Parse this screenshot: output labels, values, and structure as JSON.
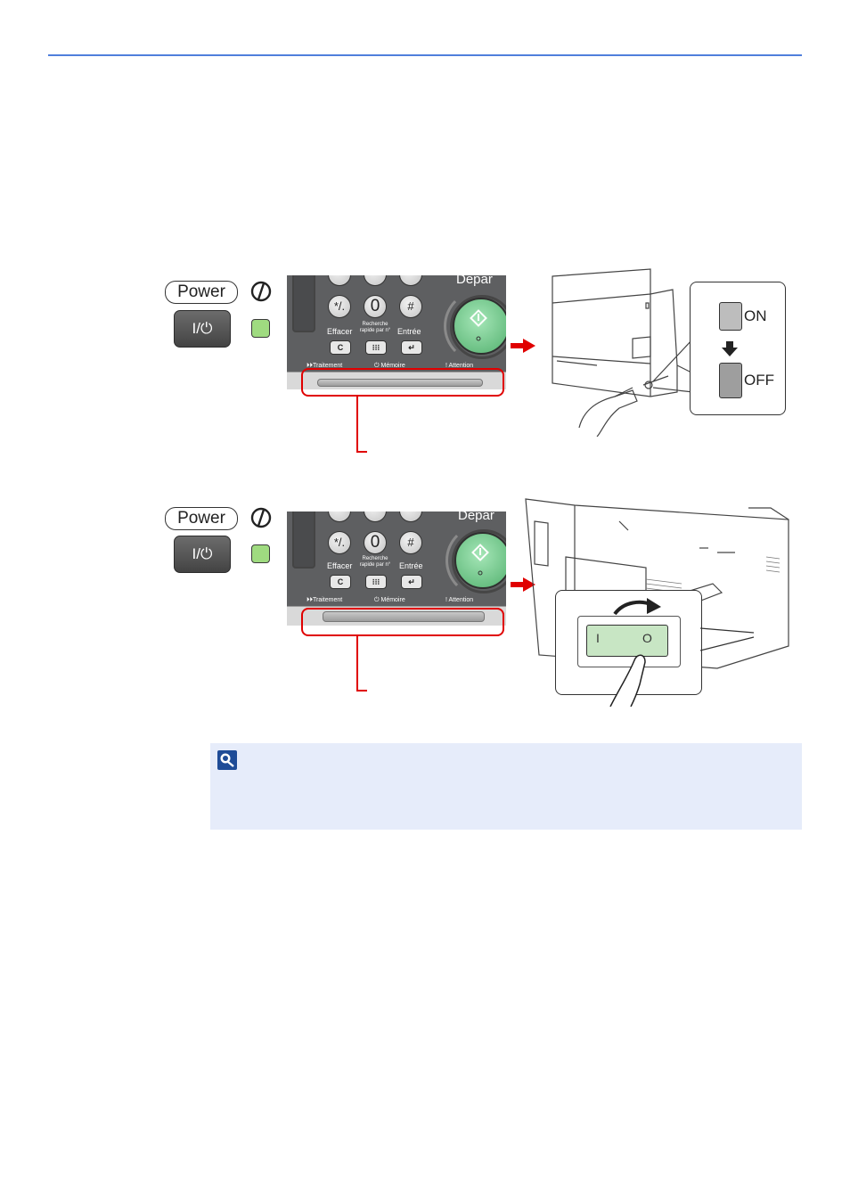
{
  "figure1": {
    "power_label": "Power",
    "power_button_label": "I/⏻",
    "keys": {
      "star": "*/.",
      "zero": "0",
      "hash": "#",
      "clear": "C",
      "grid": "⁝⁝⁝",
      "enter": "↵"
    },
    "labels": {
      "effacer": "Effacer",
      "recherche": "Recherche rapide par n°",
      "entree": "Entrée",
      "depart": "Depar",
      "traitement": "⏵⏵Traitement",
      "memoire": "⏻ Mémoire",
      "attention": "! Attention"
    },
    "switch_on": "ON",
    "switch_off": "OFF"
  },
  "figure2": {
    "power_label": "Power",
    "power_button_label": "I/⏻",
    "keys": {
      "star": "*/.",
      "zero": "0",
      "hash": "#",
      "clear": "C",
      "grid": "⁝⁝⁝",
      "enter": "↵"
    },
    "labels": {
      "effacer": "Effacer",
      "recherche": "Recherche rapide par n°",
      "entree": "Entrée",
      "depart": "Depar",
      "traitement": "⏵⏵Traitement",
      "memoire": "⏻ Mémoire",
      "attention": "! Attention"
    },
    "switch_marks": {
      "on": "I",
      "off": "O"
    }
  },
  "colors": {
    "rule": "#4f7fdc",
    "highlight": "#e00000",
    "led": "#9fdb80",
    "start_button": "#6cc487",
    "note_background": "#e6ecfa",
    "note_icon": "#1f4c97"
  },
  "note": {
    "icon": "note-icon"
  }
}
